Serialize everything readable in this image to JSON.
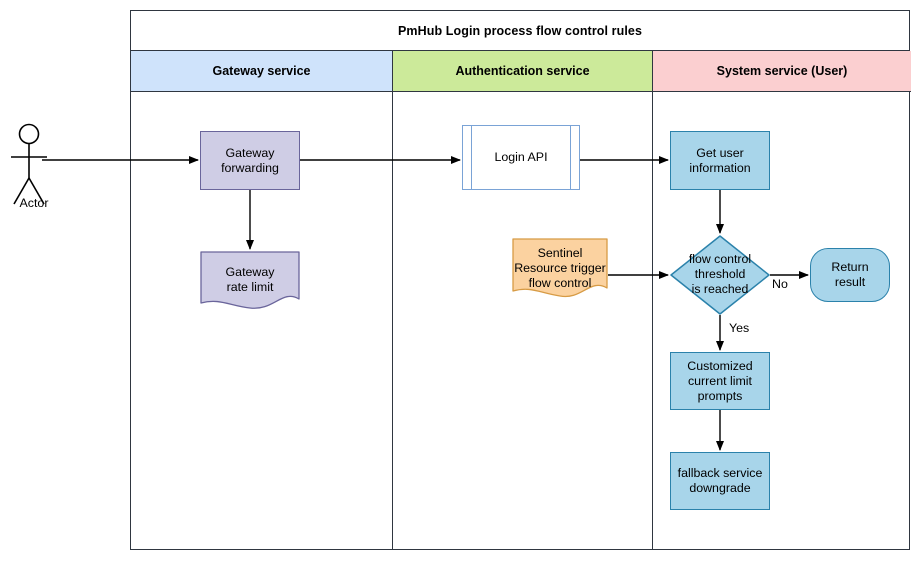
{
  "diagram": {
    "title": "PmHub Login process flow control rules",
    "type": "swimlane-flowchart",
    "lanes": [
      {
        "id": "gateway",
        "label": "Gateway service",
        "color": "#cfe3fb"
      },
      {
        "id": "authentication",
        "label": "Authentication service",
        "color": "#ccea9a"
      },
      {
        "id": "system",
        "label": "System service (User)",
        "color": "#fbcfd0"
      }
    ],
    "actor": {
      "label": "Actor",
      "icon": "actor-stick-figure-icon"
    },
    "nodes": [
      {
        "id": "gateway-forwarding",
        "label": "Gateway\nforwarding",
        "shape": "rectangle",
        "lane": "gateway",
        "fill": "#cfcde5",
        "stroke": "#6a659b"
      },
      {
        "id": "gateway-rate-limit",
        "label": "Gateway\nrate limit",
        "shape": "document",
        "lane": "gateway",
        "fill": "#cfcde5",
        "stroke": "#6a659b"
      },
      {
        "id": "login-api",
        "label": "Login API",
        "shape": "predefined-process",
        "lane": "authentication",
        "fill": "#ffffff",
        "stroke": "#7aa3d6"
      },
      {
        "id": "sentinel-resource",
        "label": "Sentinel\nResource trigger\nflow control",
        "shape": "document",
        "lane": "authentication",
        "fill": "#fbd2a0",
        "stroke": "#d79b45"
      },
      {
        "id": "get-user-info",
        "label": "Get user\ninformation",
        "shape": "rectangle",
        "lane": "system",
        "fill": "#a8d5ea",
        "stroke": "#2b82ab"
      },
      {
        "id": "flow-control-check",
        "label": "flow control\nthreshold\nis reached",
        "shape": "diamond",
        "lane": "system",
        "fill": "#a8d5ea",
        "stroke": "#2b82ab"
      },
      {
        "id": "return-result",
        "label": "Return result",
        "shape": "rounded-rectangle",
        "lane": "system",
        "fill": "#a8d5ea",
        "stroke": "#2b82ab"
      },
      {
        "id": "customized-prompts",
        "label": "Customized\ncurrent limit\nprompts",
        "shape": "rectangle",
        "lane": "system",
        "fill": "#a8d5ea",
        "stroke": "#2b82ab"
      },
      {
        "id": "fallback-downgrade",
        "label": "fallback service\ndowngrade",
        "shape": "rectangle",
        "lane": "system",
        "fill": "#a8d5ea",
        "stroke": "#2b82ab"
      }
    ],
    "edges": [
      {
        "id": "actor-to-gateway",
        "from": "actor",
        "to": "gateway-forwarding",
        "label": ""
      },
      {
        "id": "gateway-to-rate-limit",
        "from": "gateway-forwarding",
        "to": "gateway-rate-limit",
        "label": ""
      },
      {
        "id": "gateway-to-login-api",
        "from": "gateway-forwarding",
        "to": "login-api",
        "label": ""
      },
      {
        "id": "login-api-to-get-user",
        "from": "login-api",
        "to": "get-user-info",
        "label": ""
      },
      {
        "id": "get-user-to-flow-check",
        "from": "get-user-info",
        "to": "flow-control-check",
        "label": ""
      },
      {
        "id": "sentinel-to-flow-check",
        "from": "sentinel-resource",
        "to": "flow-control-check",
        "label": ""
      },
      {
        "id": "flow-check-to-return-result",
        "from": "flow-control-check",
        "to": "return-result",
        "label": "No"
      },
      {
        "id": "flow-check-to-customized",
        "from": "flow-control-check",
        "to": "customized-prompts",
        "label": "Yes"
      },
      {
        "id": "customized-to-fallback",
        "from": "customized-prompts",
        "to": "fallback-downgrade",
        "label": ""
      }
    ]
  }
}
